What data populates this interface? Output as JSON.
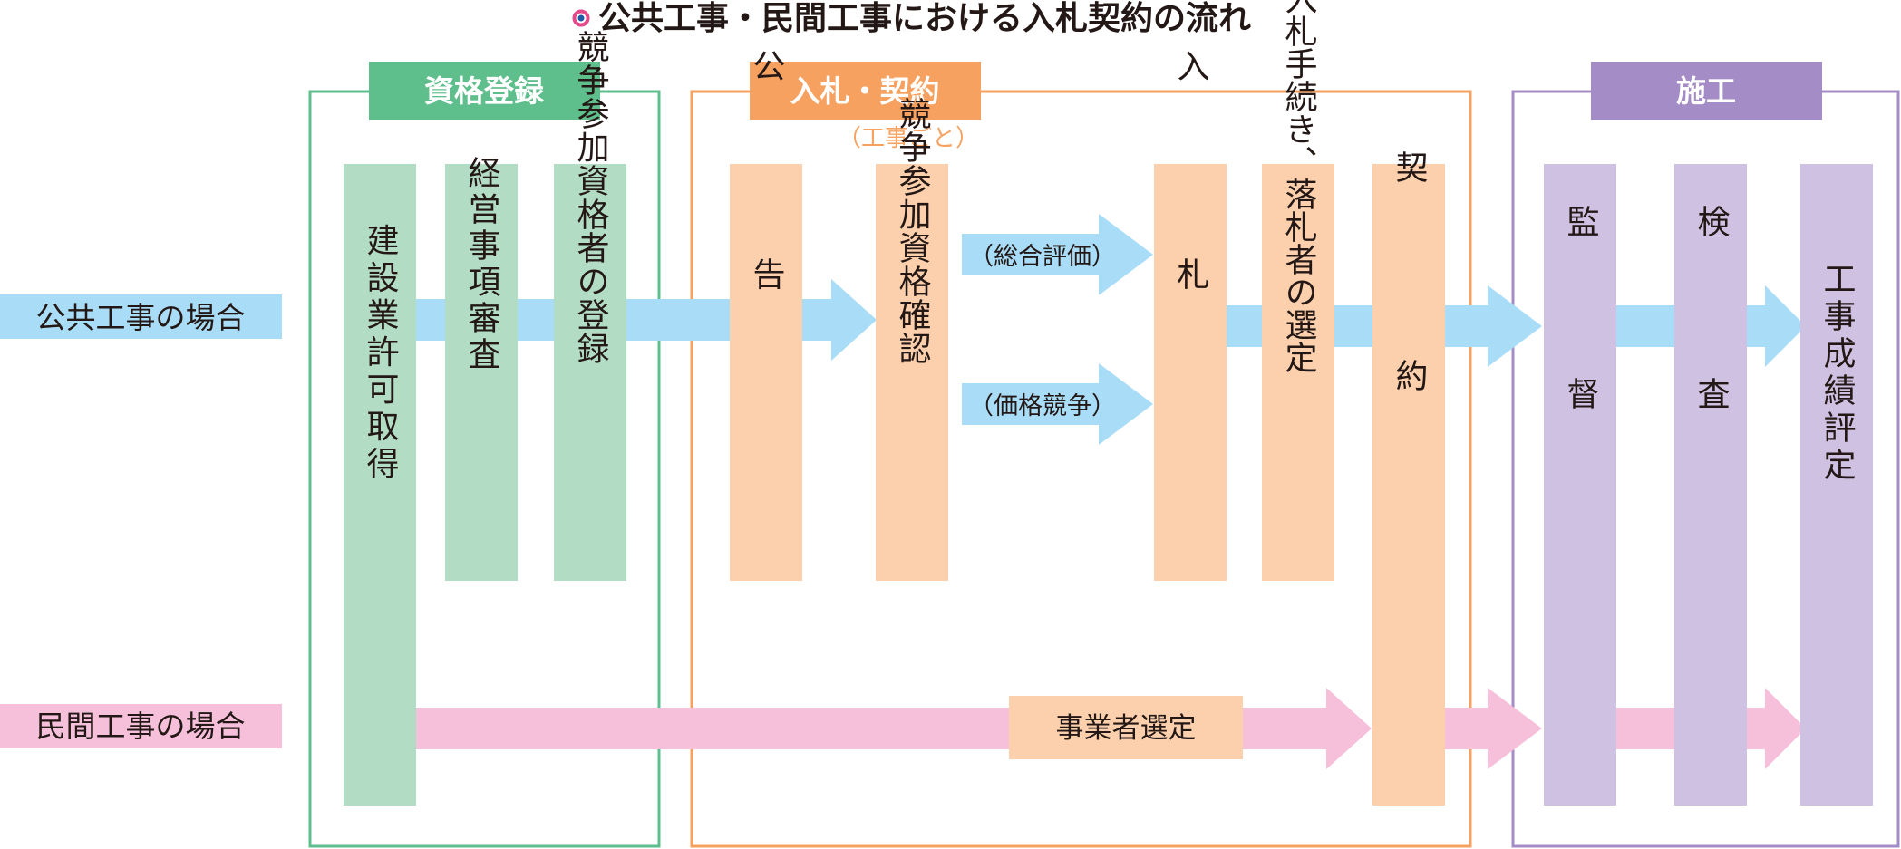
{
  "title": "公共工事・民間工事における入札契約の流れ",
  "colors": {
    "green": "#5fbf8c",
    "green_light": "#b2dcc3",
    "orange": "#f6a15f",
    "orange_light": "#fcd0ad",
    "purple": "#a48dc6",
    "purple_light": "#cfc1e2",
    "blue_light": "#a9dcf6",
    "pink_light": "#f6c0da"
  },
  "phases": {
    "qualification": {
      "label": "資格登録",
      "columns": [
        "建設業許可取得",
        "経営事項審査",
        "競争参加資格者の登録"
      ]
    },
    "bidding": {
      "label": "入札・契約",
      "sublabel": "（工事ごと）",
      "columns": [
        "公告",
        "競争参加資格確認",
        "入札",
        "入札手続き、落札者の選定",
        "契約"
      ],
      "evaluation_methods": [
        "（総合評価）",
        "（価格競争）"
      ]
    },
    "construction": {
      "label": "施工",
      "columns": [
        "監督",
        "検査",
        "工事成績評定"
      ]
    }
  },
  "rows": {
    "public": {
      "label": "公共工事の場合"
    },
    "private": {
      "label": "民間工事の場合",
      "step": "事業者選定"
    }
  }
}
